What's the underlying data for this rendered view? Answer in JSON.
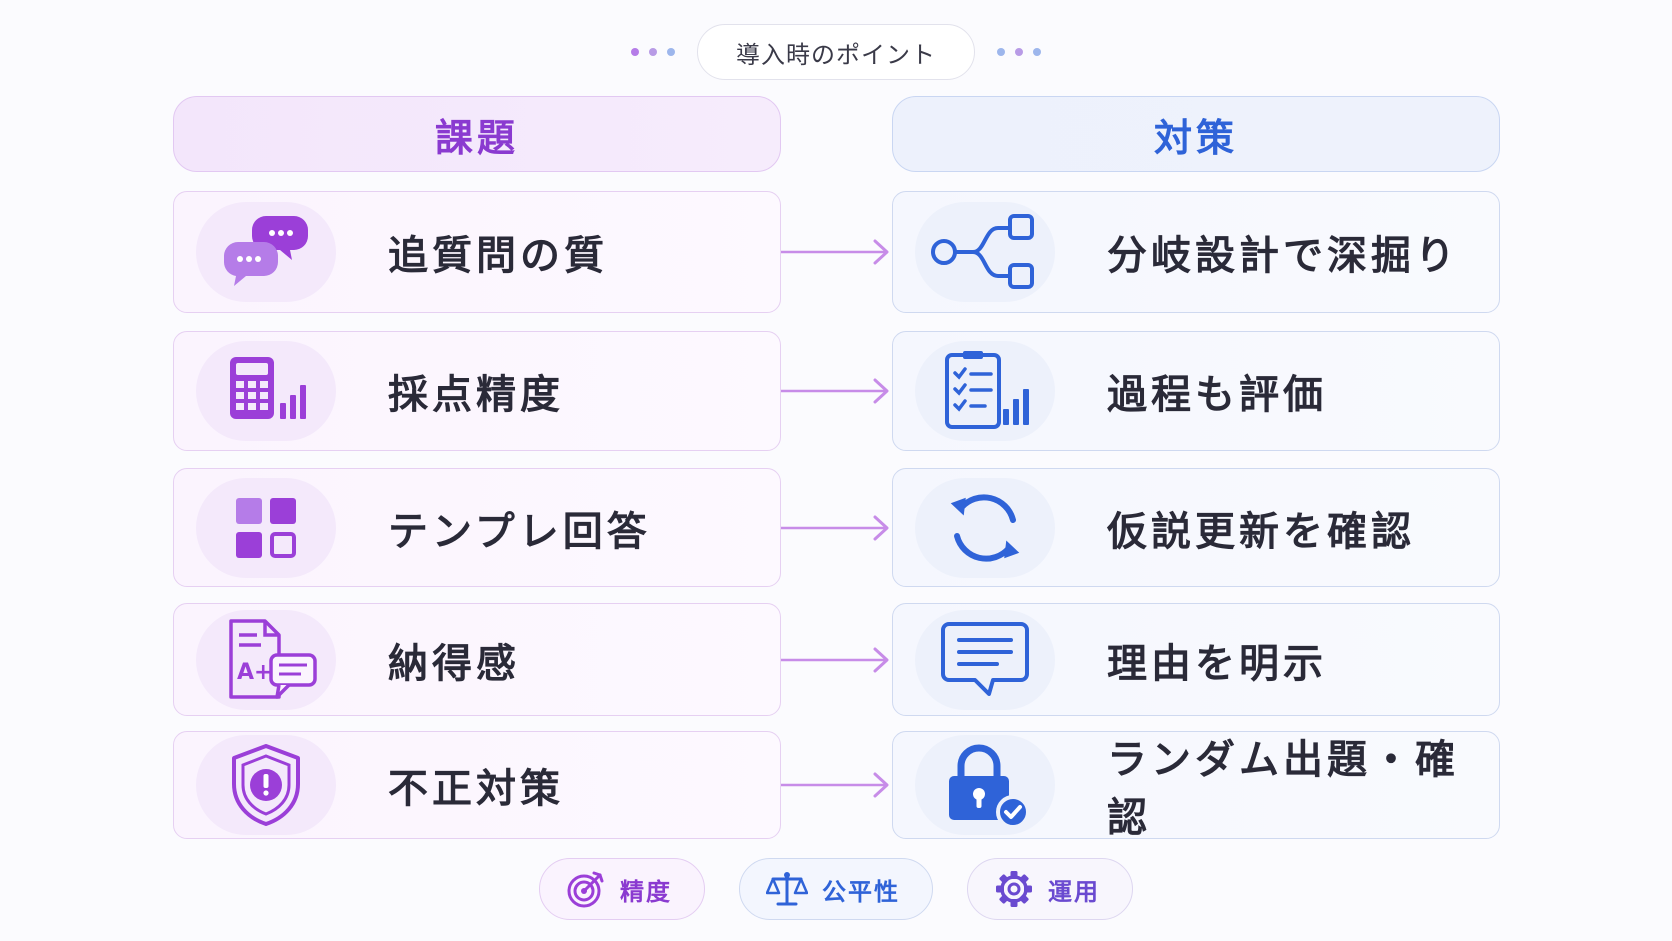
{
  "header": {
    "title": "導入時のポイント",
    "left_dots": [
      "#b57ce8",
      "#b89be6",
      "#9db6ec"
    ],
    "right_dots": [
      "#9db6ec",
      "#b89be6",
      "#9db6ec"
    ]
  },
  "columns": {
    "left_title": "課題",
    "right_title": "対策"
  },
  "rows": [
    {
      "problem": "追質問の質",
      "problem_icon": "chat-bubbles-icon",
      "solution": "分岐設計で深掘り",
      "solution_icon": "branch-icon"
    },
    {
      "problem": "採点精度",
      "problem_icon": "calculator-chart-icon",
      "solution": "過程も評価",
      "solution_icon": "checklist-chart-icon"
    },
    {
      "problem": "テンプレ回答",
      "problem_icon": "template-grid-icon",
      "solution": "仮説更新を確認",
      "solution_icon": "refresh-icon"
    },
    {
      "problem": "納得感",
      "problem_icon": "grade-document-icon",
      "solution": "理由を明示",
      "solution_icon": "message-icon"
    },
    {
      "problem": "不正対策",
      "problem_icon": "shield-alert-icon",
      "solution": "ランダム出題・確認",
      "solution_icon": "lock-check-icon"
    }
  ],
  "tags": [
    {
      "label": "精度",
      "icon": "target-icon"
    },
    {
      "label": "公平性",
      "icon": "balance-scale-icon"
    },
    {
      "label": "運用",
      "icon": "gear-icon"
    }
  ],
  "colors": {
    "purple": "#8a3ad0",
    "blue": "#2f63d8",
    "arrow": "#c78ce8"
  }
}
